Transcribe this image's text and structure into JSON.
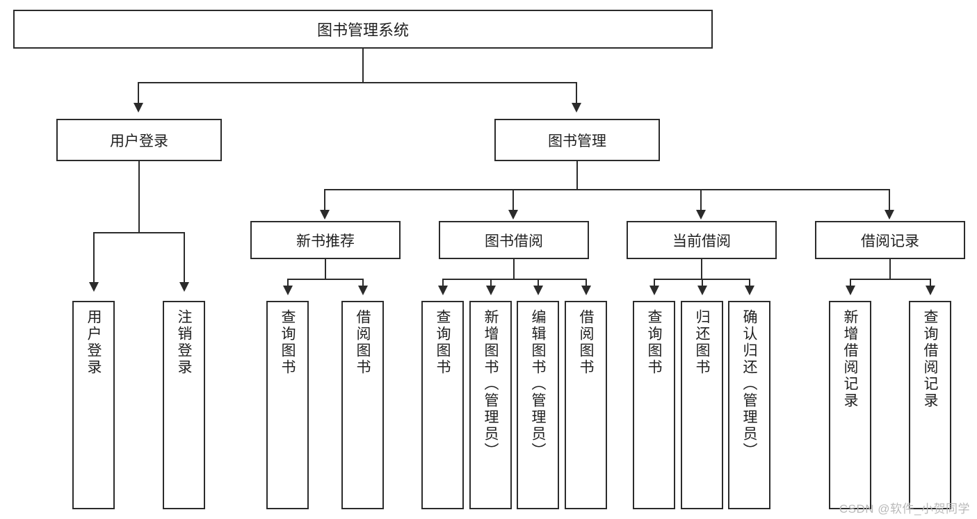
{
  "diagram": {
    "title": "图书管理系统",
    "type": "tree",
    "watermark": "CSDN @软件_小贺同学",
    "colors": {
      "stroke": "#2b2b2b",
      "fill": "#ffffff",
      "text": "#1f1f1f",
      "watermark": "#b9b9b9"
    },
    "root": {
      "label": "图书管理系统"
    },
    "level1": [
      {
        "label": "用户登录"
      },
      {
        "label": "图书管理"
      }
    ],
    "level2": [
      {
        "label": "新书推荐"
      },
      {
        "label": "图书借阅"
      },
      {
        "label": "当前借阅"
      },
      {
        "label": "借阅记录"
      }
    ],
    "leaves": {
      "user_login": [
        {
          "label": "用户登录"
        },
        {
          "label": "注销登录"
        }
      ],
      "new_book": [
        {
          "label": "查询图书"
        },
        {
          "label": "借阅图书"
        }
      ],
      "book_borrow": [
        {
          "label": "查询图书"
        },
        {
          "label": "新增图书（管理员）"
        },
        {
          "label": "编辑图书（管理员）"
        },
        {
          "label": "借阅图书"
        }
      ],
      "current_borrow": [
        {
          "label": "查询图书"
        },
        {
          "label": "归还图书"
        },
        {
          "label": "确认归还（管理员）"
        }
      ],
      "borrow_record": [
        {
          "label": "新增借阅记录"
        },
        {
          "label": "查询借阅记录"
        }
      ]
    }
  }
}
